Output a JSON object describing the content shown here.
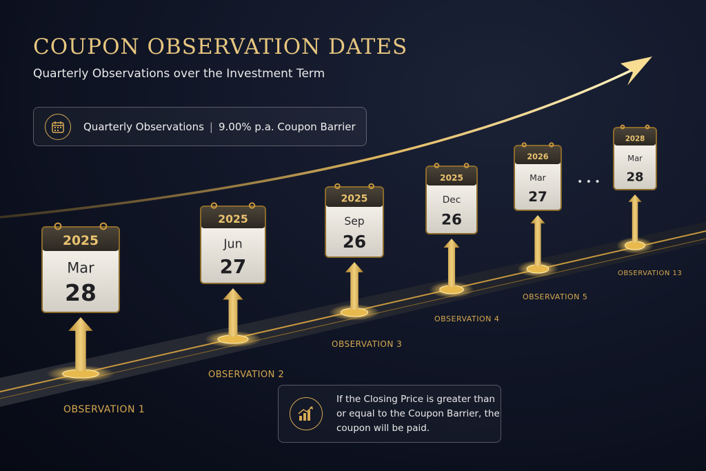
{
  "header": {
    "title": "Coupon Observation Dates",
    "subtitle": "Quarterly Observations over the Investment Term"
  },
  "info": {
    "frequency": "Quarterly Observations",
    "barrier": "9.00% p.a. Coupon Barrier",
    "icon": "calendar-icon"
  },
  "observations": [
    {
      "label": "OBSERVATION 1",
      "year": "2025",
      "month": "Mar",
      "day": "28"
    },
    {
      "label": "OBSERVATION 2",
      "year": "2025",
      "month": "Jun",
      "day": "27"
    },
    {
      "label": "OBSERVATION 3",
      "year": "2025",
      "month": "Sep",
      "day": "26"
    },
    {
      "label": "OBSERVATION 4",
      "year": "2025",
      "month": "Dec",
      "day": "26"
    },
    {
      "label": "OBSERVATION 5",
      "year": "2026",
      "month": "Mar",
      "day": "27"
    },
    {
      "label": "OBSERVATION 13",
      "year": "2028",
      "month": "Mar",
      "day": "28"
    }
  ],
  "ellipsis": "• • •",
  "note": {
    "text": "If the Closing Price is greater than or equal to the Coupon Barrier, the coupon will be paid.",
    "icon": "growth-chart-icon"
  },
  "colors": {
    "accent": "#d6aa55",
    "background": "#0f1424"
  }
}
